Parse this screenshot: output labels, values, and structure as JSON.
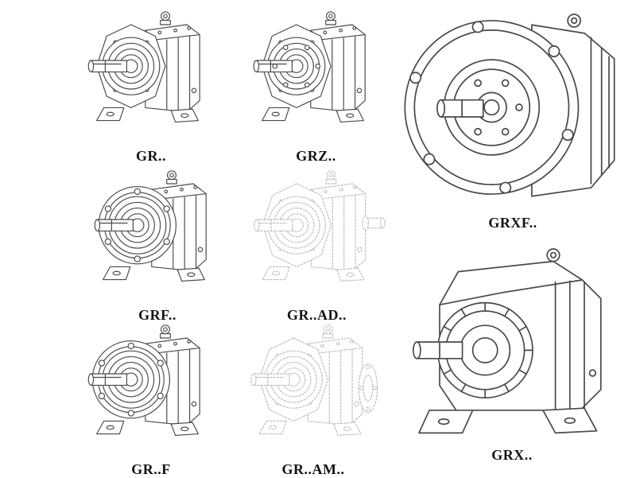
{
  "sheet": {
    "background": "#ffffff",
    "line_color": "#4a4a4a",
    "ghost_line_color": "#bdbdbd",
    "label_color": "#141414",
    "drawing_style": "isometric technical line drawing"
  },
  "models": [
    {
      "id": "gr",
      "label": "GR..",
      "style": "solid"
    },
    {
      "id": "grz",
      "label": "GRZ..",
      "style": "solid"
    },
    {
      "id": "grxf",
      "label": "GRXF..",
      "style": "solid"
    },
    {
      "id": "grf",
      "label": "GRF..",
      "style": "solid"
    },
    {
      "id": "gr_ad",
      "label": "GR..AD..",
      "style": "dotted"
    },
    {
      "id": "gr_f",
      "label": "GR..F",
      "style": "solid"
    },
    {
      "id": "gr_am",
      "label": "GR..AM..",
      "style": "dotted"
    },
    {
      "id": "grx",
      "label": "GRX..",
      "style": "solid"
    }
  ]
}
